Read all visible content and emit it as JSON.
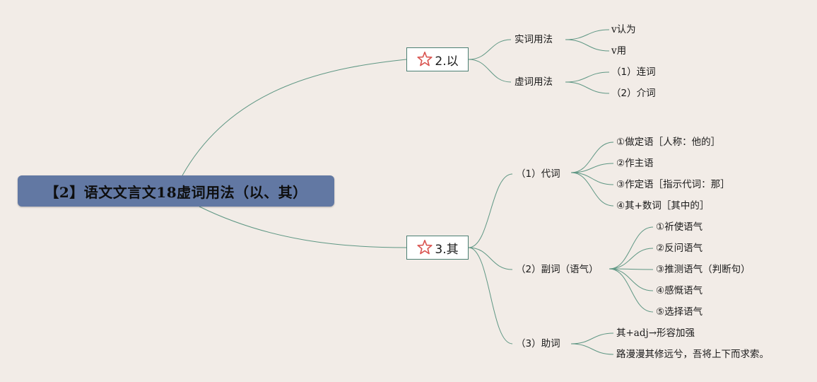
{
  "root": {
    "title": "【2】语文文言文18虚词用法（以、其）"
  },
  "branches": [
    {
      "label": "2.以",
      "icon": "star-icon",
      "children": [
        {
          "label": "实词用法",
          "children": [
            "v认为",
            "v用"
          ]
        },
        {
          "label": "虚词用法",
          "children": [
            "（1）连词",
            "（2）介词"
          ]
        }
      ]
    },
    {
      "label": "3.其",
      "icon": "star-icon",
      "children": [
        {
          "label": "（1）代词",
          "children": [
            "①做定语［人称：他的］",
            "②作主语",
            "③作定语［指示代词：那］",
            "④其+数词［其中的］"
          ]
        },
        {
          "label": "（2）副词（语气）",
          "children": [
            "①祈使语气",
            "②反问语气",
            "③推测语气（判断句）",
            "④感慨语气",
            "⑤选择语气"
          ]
        },
        {
          "label": "（3）助词",
          "children": [
            "其+adj→形容加强",
            "路漫漫其修远兮，吾将上下而求索。"
          ]
        }
      ]
    }
  ],
  "colors": {
    "background": "#f2ece7",
    "root_fill": "#6278a3",
    "branch_border": "#4b7f73",
    "connector": "#5f9784",
    "star": "#d9534f"
  }
}
